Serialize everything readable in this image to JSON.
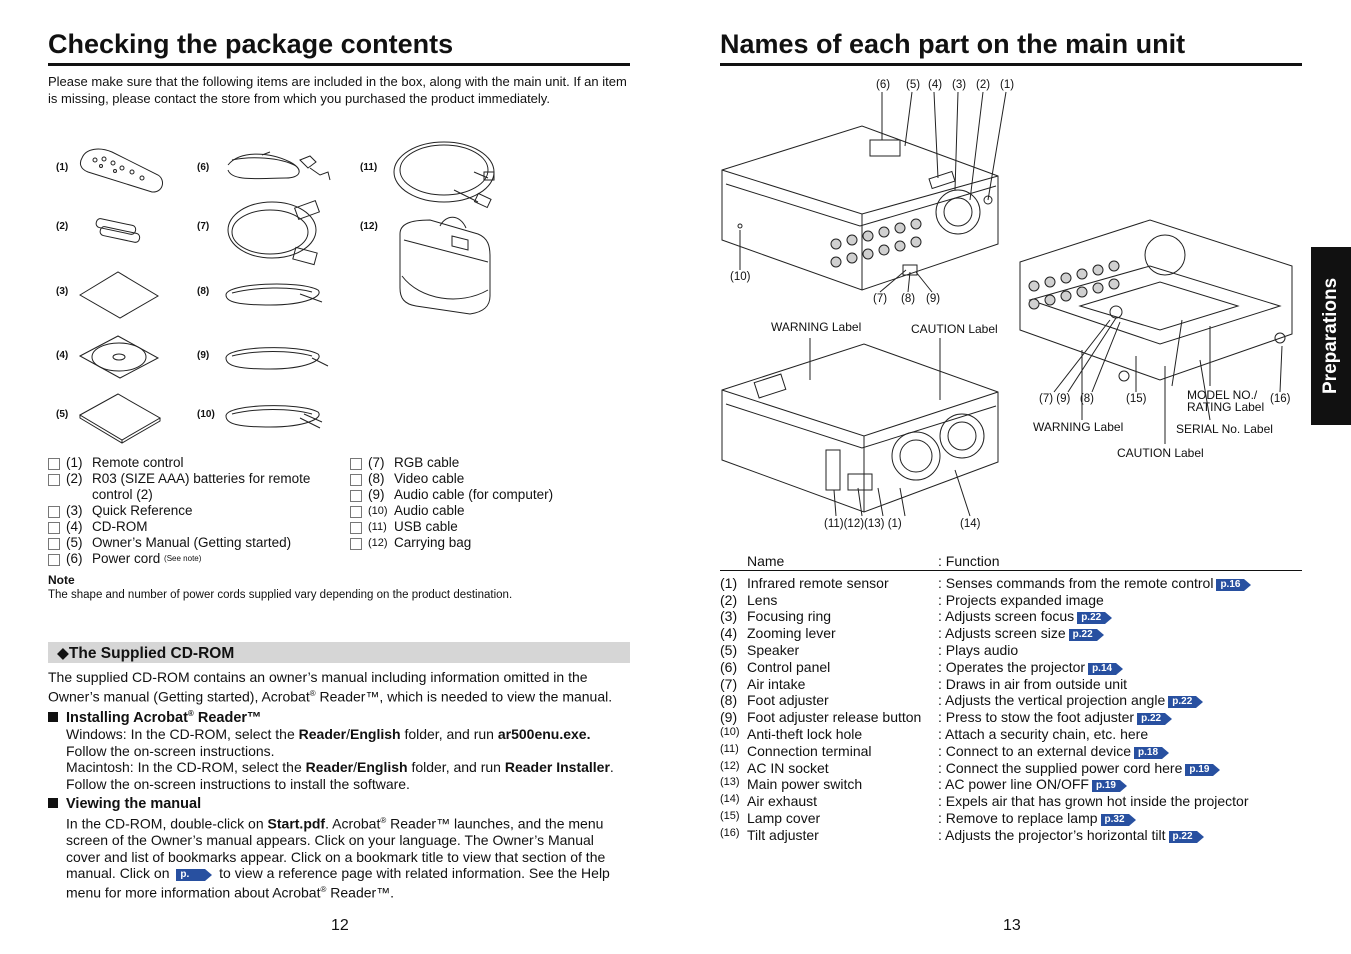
{
  "left": {
    "title": "Checking the package contents",
    "intro": "Please make sure that the following items are included in the box, along with the main unit. If an item is missing, please contact the store from which you purchased the product immediately.",
    "image_labels": [
      "(1)",
      "(2)",
      "(3)",
      "(4)",
      "(5)",
      "(6)",
      "(7)",
      "(8)",
      "(9)",
      "(10)",
      "(11)",
      "(12)"
    ],
    "checklist_col1": [
      {
        "num": "(1)",
        "text": "Remote control"
      },
      {
        "num": "(2)",
        "text": "R03 (SIZE AAA) batteries for remote control (2)"
      },
      {
        "num": "(3)",
        "text": "Quick Reference"
      },
      {
        "num": "(4)",
        "text": "CD-ROM"
      },
      {
        "num": "(5)",
        "text": "Owner’s Manual (Getting started)"
      },
      {
        "num": "(6)",
        "text": "Power cord",
        "sup": "(See note)"
      }
    ],
    "checklist_col2": [
      {
        "num": "(7)",
        "text": "RGB cable"
      },
      {
        "num": "(8)",
        "text": "Video cable"
      },
      {
        "num": "(9)",
        "text": "Audio cable (for computer)"
      },
      {
        "num": "(10)",
        "text": "Audio cable"
      },
      {
        "num": "(11)",
        "text": "USB cable"
      },
      {
        "num": "(12)",
        "text": "Carrying bag"
      }
    ],
    "note_heading": "Note",
    "note_text": "The shape and number of power cords supplied vary depending on the product destination.",
    "cdrom_heading": "◆The Supplied CD-ROM",
    "cdrom_p1": "The supplied CD-ROM contains an owner’s manual including information omitted in the",
    "cdrom_p2a": "Owner’s manual (Getting started), Acrobat",
    "cdrom_p2b": " Reader™, which is needed to view the manual.",
    "install_heading_a": "Installing Acrobat",
    "install_heading_b": " Reader™",
    "win_a": "Windows: In the CD-ROM, select the ",
    "win_b": "Reader",
    "win_c": "/",
    "win_d": "English",
    "win_e": " folder, and run ",
    "win_f": "ar500enu.exe.",
    "win_g": "Follow the on-screen instructions.",
    "mac_a": "Macintosh: In the CD-ROM, select the ",
    "mac_b": "Reader",
    "mac_c": "/",
    "mac_d": "English",
    "mac_e": " folder, and run ",
    "mac_f": "Reader Installer",
    "mac_g": ".",
    "mac_h": "Follow the on-screen instructions to install the software.",
    "view_heading": "Viewing the manual",
    "view_1a": "In the CD-ROM, double-click on ",
    "view_1b": "Start.pdf",
    "view_1c": ". Acrobat",
    "view_1d": " Reader™ launches, and the menu",
    "view_2": "screen of the Owner’s manual appears. Click on your language. The Owner’s Manual",
    "view_3": "cover and list of bookmarks appear. Click on a bookmark title to view that section of the",
    "view_4a": "manual. Click on ",
    "view_4b": "p.",
    "view_4c": " to view a reference page with related information. See the Help",
    "view_5a": "menu for more information about Acrobat",
    "view_5b": " Reader™.",
    "reg": "®",
    "page_number": "12"
  },
  "right": {
    "title": "Names of each part on the main unit",
    "tab_label": "Preparations",
    "top_callouts": [
      "(6)",
      "(5)",
      "(4)",
      "(3)",
      "(2)",
      "(1)"
    ],
    "callout_10": "(10)",
    "callout_7": "(7)",
    "callout_8": "(8)",
    "callout_9": "(9)",
    "warning_label_1": "WARNING Label",
    "caution_label_1": "CAUTION Label",
    "bottom_callouts": "(11)(12)(13)  (1)",
    "callout_14": "(14)",
    "under_callouts": "(7) (9)   (8)",
    "callout_15": "(15)",
    "callout_16": "(16)",
    "model_label_1": "MODEL NO./",
    "model_label_2": "RATING Label",
    "warning_label_2": "WARNING Label",
    "serial_label": "SERIAL No. Label",
    "caution_label_2": "CAUTION Label",
    "table_head_name": "Name",
    "table_head_function": ": Function",
    "rows": [
      {
        "num": "(1)",
        "name": "Infrared remote sensor",
        "func": ": Senses commands from the remote control",
        "ref": "p.16"
      },
      {
        "num": "(2)",
        "name": "Lens",
        "func": ": Projects expanded image",
        "ref": ""
      },
      {
        "num": "(3)",
        "name": "Focusing ring",
        "func": ": Adjusts screen focus",
        "ref": "p.22"
      },
      {
        "num": "(4)",
        "name": "Zooming lever",
        "func": ": Adjusts screen size",
        "ref": "p.22"
      },
      {
        "num": "(5)",
        "name": "Speaker",
        "func": ": Plays audio",
        "ref": ""
      },
      {
        "num": "(6)",
        "name": "Control panel",
        "func": ": Operates the projector",
        "ref": "p.14"
      },
      {
        "num": "(7)",
        "name": "Air intake",
        "func": ": Draws in air from outside unit",
        "ref": ""
      },
      {
        "num": "(8)",
        "name": "Foot adjuster",
        "func": ": Adjusts the vertical projection angle",
        "ref": "p.22"
      },
      {
        "num": "(9)",
        "name": "Foot adjuster release button",
        "func": ": Press to stow the foot adjuster",
        "ref": "p.22"
      },
      {
        "num": "(10)",
        "name": "Anti-theft lock hole",
        "func": ": Attach a security chain, etc. here",
        "ref": ""
      },
      {
        "num": "(11)",
        "name": "Connection terminal",
        "func": ": Connect to an external device",
        "ref": "p.18"
      },
      {
        "num": "(12)",
        "name": "AC IN socket",
        "func": ": Connect the supplied power cord here",
        "ref": "p.19"
      },
      {
        "num": "(13)",
        "name": "Main power switch",
        "func": ": AC power line ON/OFF",
        "ref": "p.19"
      },
      {
        "num": "(14)",
        "name": "Air exhaust",
        "func": ": Expels air that has grown hot inside the projector",
        "ref": ""
      },
      {
        "num": "(15)",
        "name": "Lamp cover",
        "func": ": Remove to replace lamp",
        "ref": "p.32"
      },
      {
        "num": "(16)",
        "name": "Tilt adjuster",
        "func": ": Adjusts the projector’s horizontal tilt",
        "ref": "p.22"
      }
    ],
    "page_number": "13"
  }
}
